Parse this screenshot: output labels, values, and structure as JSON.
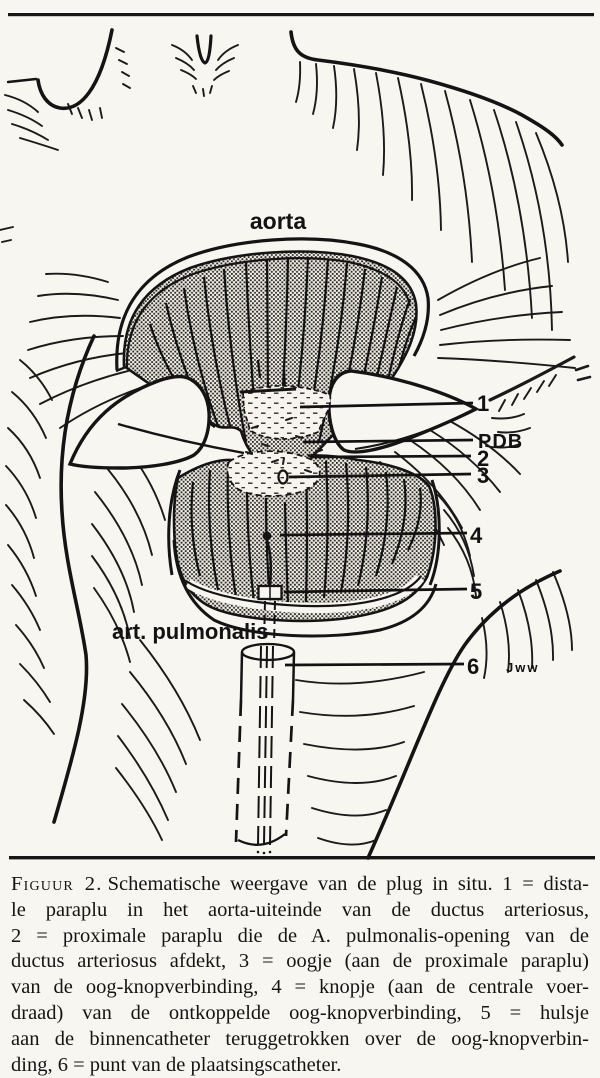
{
  "page": {
    "paper_color": "#f8f6f0",
    "ink_color": "#161616"
  },
  "figure": {
    "labels": {
      "aorta": "aorta",
      "art_pulmonalis": "art. pulmonalis",
      "pdb": "PDB",
      "n1": "1",
      "n2": "2",
      "n3": "3",
      "n4": "4",
      "n5": "5",
      "n6": "6",
      "signature": "Jww"
    }
  },
  "caption": {
    "figure_label": "Figuur 2.",
    "lines": [
      "Schematische weergave van de plug in situ. 1 = dista-",
      "le paraplu in het aorta-uiteinde van de ductus arteriosus,",
      "2 = proximale paraplu die de A. pulmonalis-opening van de",
      "ductus arteriosus afdekt, 3 = oogje (aan de proximale paraplu)",
      "van de oog-knopverbinding, 4 = knopje (aan de centrale voer-",
      "draad) van de ontkoppelde oog-knopverbinding, 5 = hulsje",
      "aan de binnencatheter teruggetrokken over de oog-knopverbin-",
      "ding, 6 = punt van de plaatsingscatheter."
    ]
  }
}
